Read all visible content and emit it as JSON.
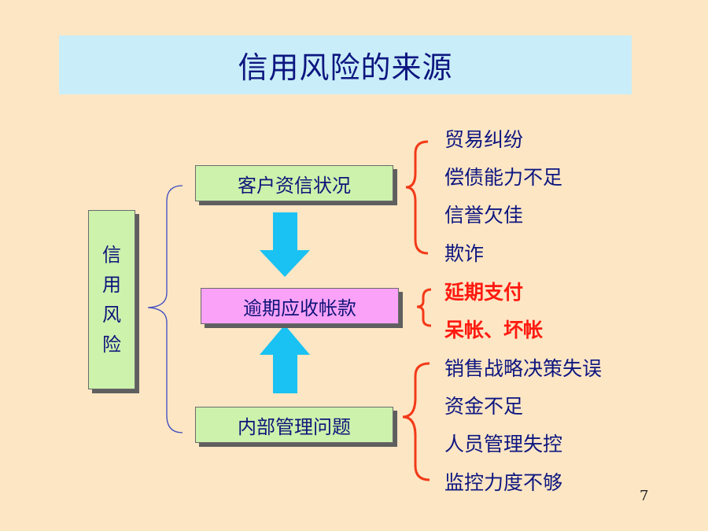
{
  "title": "信用风险的来源",
  "root": {
    "chars": [
      "信",
      "用",
      "风",
      "险"
    ]
  },
  "nodes": {
    "customer": "客户资信状况",
    "overdue": "逾期应收帐款",
    "internal": "内部管理问题"
  },
  "customer_items": [
    "贸易纠纷",
    "偿债能力不足",
    "信誉欠佳",
    "欺诈"
  ],
  "overdue_items": [
    "延期支付",
    "呆帐、坏帐"
  ],
  "internal_items": [
    "销售战略决策失误",
    "资金不足",
    "人员管理失控",
    "监控力度不够"
  ],
  "page_number": "7",
  "colors": {
    "background": "#fde6c4",
    "title_bg": "#c9eef9",
    "text_blue": "#0d1680",
    "node_green": "#ccf2ac",
    "node_pink": "#f9a2f7",
    "arrow_cyan": "#19c2f2",
    "bracket_blue": "#3d4bc0",
    "bracket_red": "#f23a18",
    "highlight_red": "#ff1a10"
  }
}
